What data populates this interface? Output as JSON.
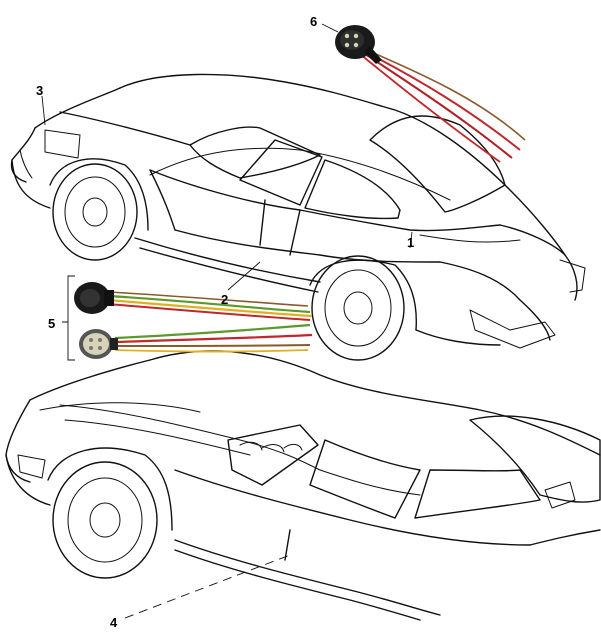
{
  "callouts": [
    {
      "id": "1",
      "label": "1"
    },
    {
      "id": "2",
      "label": "2"
    },
    {
      "id": "3",
      "label": "3"
    },
    {
      "id": "4",
      "label": "4"
    },
    {
      "id": "5",
      "label": "5"
    },
    {
      "id": "6",
      "label": "6"
    }
  ],
  "colors": {
    "line": "#111111",
    "wire_red": "#c0282c",
    "wire_green": "#5a9a2a",
    "wire_yellow": "#e0b020",
    "wire_brown": "#8a5a2a",
    "connector_body": "#1a1a1a",
    "connector_insert": "#d8d2b8"
  },
  "icons": [
    "connector-plug-icon",
    "connector-socket-icon",
    "wire-bundle-icon"
  ]
}
